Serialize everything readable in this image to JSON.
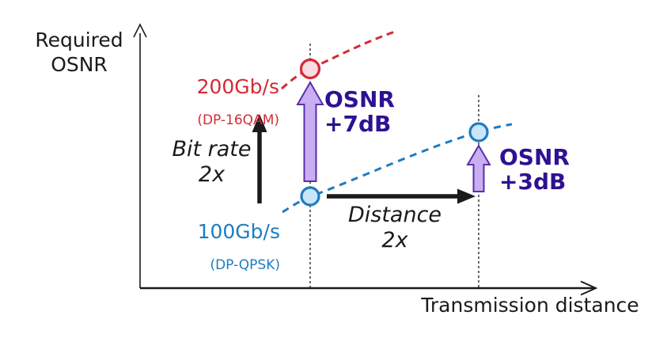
{
  "figure": {
    "y_axis_label": "Required\nOSNR",
    "x_axis_label": "Transmission distance",
    "series": [
      {
        "rate_label": "200Gb/s",
        "modulation_label": "(DP-16QAM)"
      },
      {
        "rate_label": "100Gb/s",
        "modulation_label": "(DP-QPSK)"
      }
    ],
    "annotations": {
      "bit_rate": "Bit rate\n2x",
      "distance": "Distance\n2x",
      "osnr_penalty_bitrate": "OSNR\n+7dB",
      "osnr_penalty_distance": "OSNR\n+3dB"
    }
  },
  "colors": {
    "background": "#ffffff",
    "ink": "#1a1a1a",
    "red": "#d42a35",
    "red_marker_fill": "#fadde2",
    "blue": "#1e7cc0",
    "blue_marker_fill": "#c9e6f9",
    "purple_fill": "#c9aef3",
    "purple_stroke": "#5b2ea8",
    "indigo": "#2e1193"
  }
}
